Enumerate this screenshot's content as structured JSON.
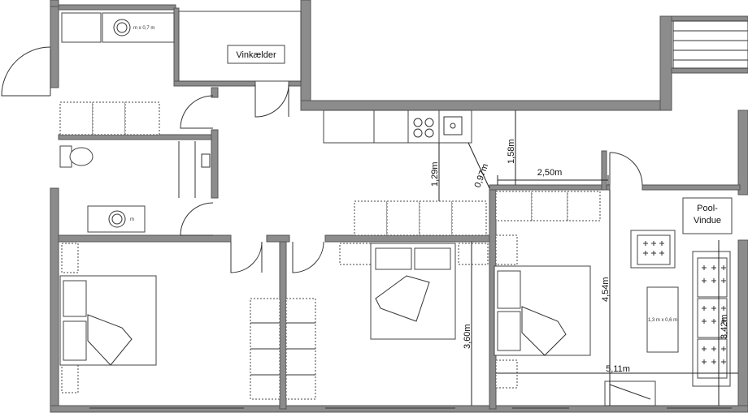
{
  "rooms": {
    "wine_cellar": "Vinkælder",
    "pool_window_line1": "Pool-",
    "pool_window_line2": "Vindue"
  },
  "furniture_labels": {
    "sink_size": "m x 0,7 m",
    "sink2_size": "m",
    "table_size": "1,3 m x 0,6 m"
  },
  "dimensions": {
    "d_1_29": "1,29m",
    "d_0_97": "0,97m",
    "d_1_58": "1,58m",
    "d_2_50": "2,50m",
    "d_3_60": "3,60m",
    "d_4_54": "4,54m",
    "d_3_42": "3,42m",
    "d_5_11": "5,11m"
  },
  "colors": {
    "wall": "#8c8c8c",
    "background": "#ffffff",
    "line": "#333333"
  }
}
